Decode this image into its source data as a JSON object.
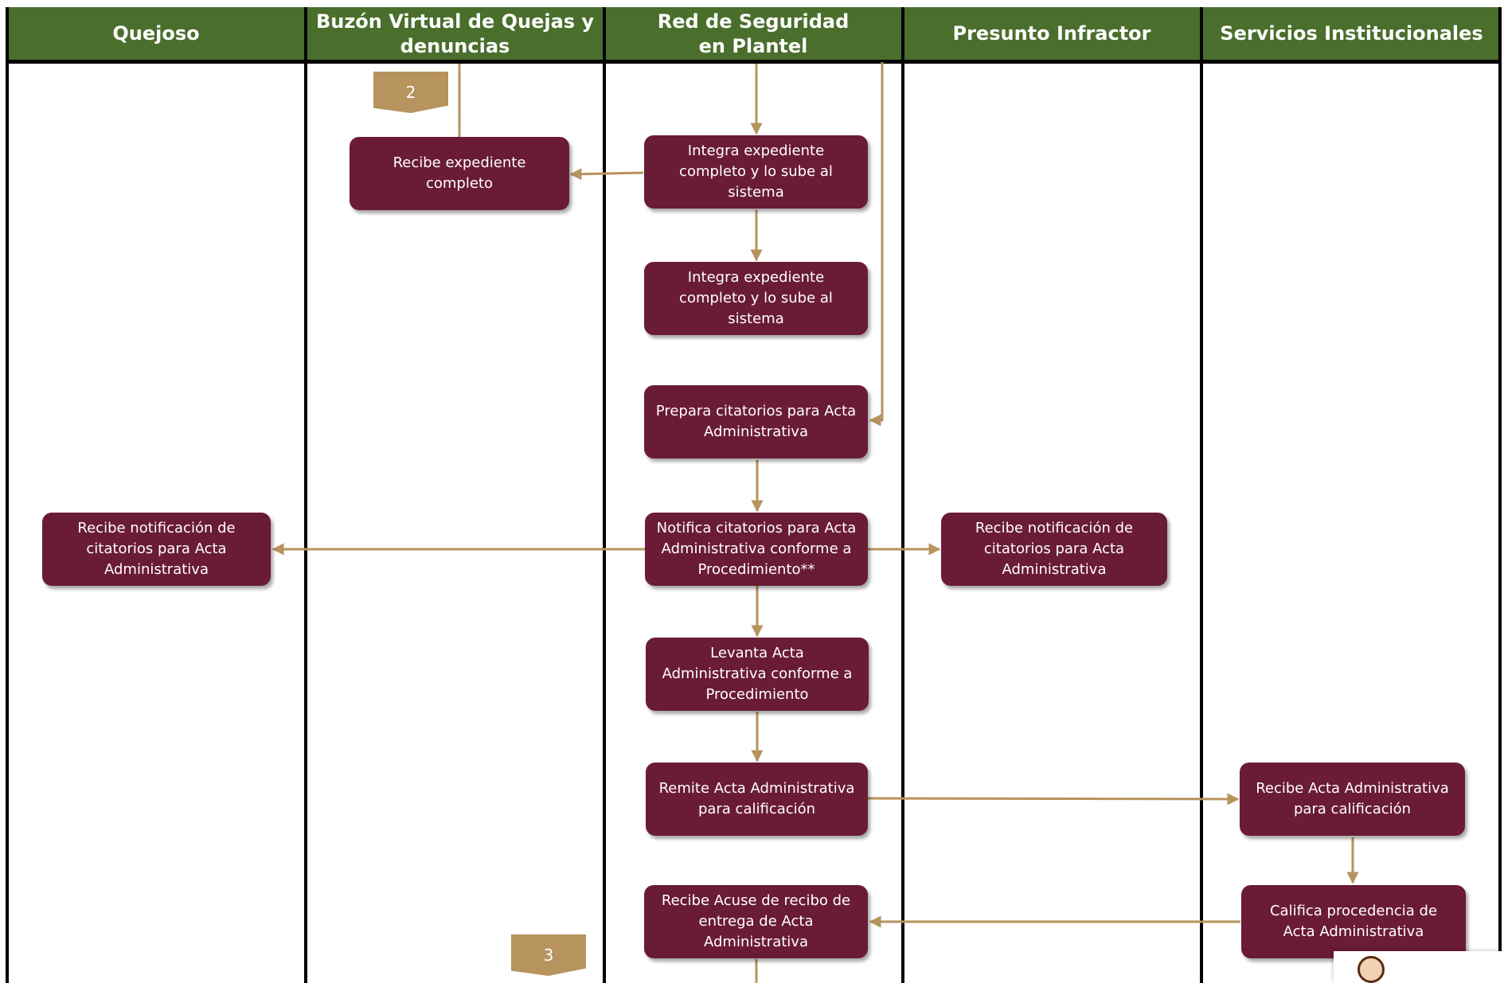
{
  "lanes": [
    {
      "label": "Quejoso"
    },
    {
      "label": "Buzón Virtual de Quejas y\ndenuncias"
    },
    {
      "label": "Red de Seguridad\nen Plantel"
    },
    {
      "label": "Presunto Infractor"
    },
    {
      "label": "Servicios Institucionales"
    }
  ],
  "steps": {
    "recibe_expediente": "Recibe expediente completo",
    "integra_expediente_1": "Integra expediente completo y lo sube al sistema",
    "integra_expediente_2": "Integra expediente completo y lo sube al sistema",
    "prepara_citatorios": "Prepara citatorios para Acta Administrativa",
    "notifica_citatorios": "Notifica citatorios para Acta Administrativa conforme a Procedimiento**",
    "quejoso_recibe_notificacion": "Recibe notificación de citatorios para Acta Administrativa",
    "infractor_recibe_notificacion": "Recibe notificación de citatorios para Acta Administrativa",
    "levanta_acta": "Levanta Acta Administrativa conforme a Procedimiento",
    "remite_acta": "Remite Acta Administrativa para calificación",
    "recibe_acta_calificacion": "Recibe Acta Administrativa para calificación",
    "califica_procedencia": "Califica procedencia de Acta Administrativa",
    "recibe_acuse": "Recibe Acuse de recibo de entrega de Acta Administrativa"
  },
  "connectors": {
    "page_2": "2",
    "page_3": "3"
  },
  "colors": {
    "header_bg": "#4a6e2c",
    "box_bg": "#6a1b35",
    "arrow": "#b7935e",
    "connector_bg": "#b7935e"
  }
}
